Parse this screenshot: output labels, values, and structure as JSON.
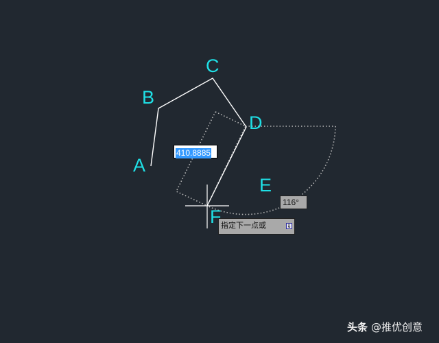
{
  "app": {
    "type": "CAD drawing canvas",
    "background_color": "#212830"
  },
  "drawing": {
    "label_color": "#1fe0e6",
    "line_color": "#ffffff",
    "tracking_color": "#b8b8b8",
    "points": [
      {
        "name": "A",
        "label": "A"
      },
      {
        "name": "B",
        "label": "B"
      },
      {
        "name": "C",
        "label": "C"
      },
      {
        "name": "D",
        "label": "D"
      },
      {
        "name": "E",
        "label": "E"
      },
      {
        "name": "F",
        "label": "F"
      }
    ]
  },
  "dynamic_input": {
    "length_value": "410.8885",
    "angle_value": "116°"
  },
  "command_prompt": {
    "text": "指定下一点或",
    "dropdown_icon": "arrow-down-icon"
  },
  "watermark": {
    "brand": "头条",
    "handle": "@推优创意"
  }
}
